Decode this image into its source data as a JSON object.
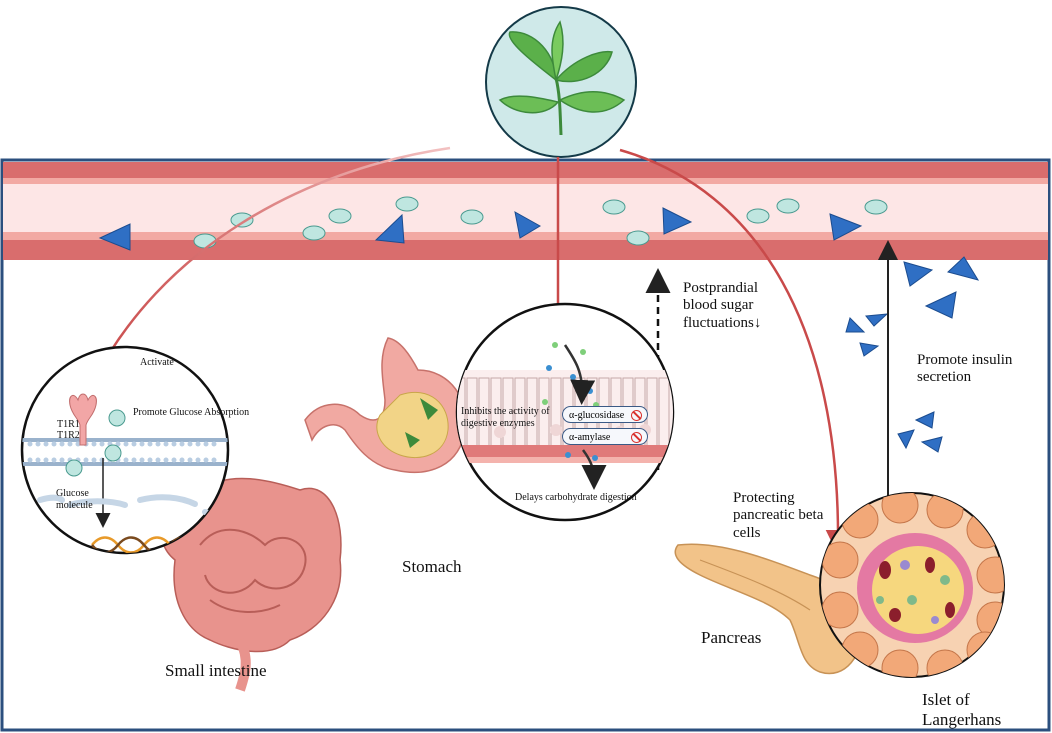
{
  "labels": {
    "activate": "Activate",
    "t1r1": "T1R1",
    "t1r2": "T1R2",
    "promote_glucose_absorption": "Promote Glucose Absorption",
    "glucose_molecule": "Glucose\nmolecule",
    "small_intestine": "Small intestine",
    "stomach": "Stomach",
    "inhibits_enzymes": "Inhibits the activity of\ndigestive enzymes",
    "alpha_glucosidase": "α-glucosidase",
    "alpha_amylase": "α-amylase",
    "delays_digestion": "Delays carbohydrate digestion",
    "postprandial": "Postprandial\nblood sugar\nfluctuations↓",
    "promote_insulin": "Promote insulin\nsecretion",
    "protecting_beta": "Protecting\npancreatic beta\ncells",
    "pancreas": "Pancreas",
    "islet": "Islet of\nLangerhans"
  },
  "colors": {
    "vessel_wall": "#d96d6d",
    "vessel_lumen": "#fde6e6",
    "glucose": "#bfe6e0",
    "insulin": "#2f6fc4",
    "arrow_red": "#c94a4a",
    "frame": "#2b4f7e",
    "leaf": "#5bb04a",
    "leaf_circle_fill": "#cfe9e9"
  },
  "icons": [
    "tea-leaf-icon",
    "glucose-molecule-icon",
    "insulin-triangle-icon",
    "no-entry-icon",
    "dna-icon",
    "stomach-icon",
    "pancreas-icon",
    "intestine-icon"
  ]
}
